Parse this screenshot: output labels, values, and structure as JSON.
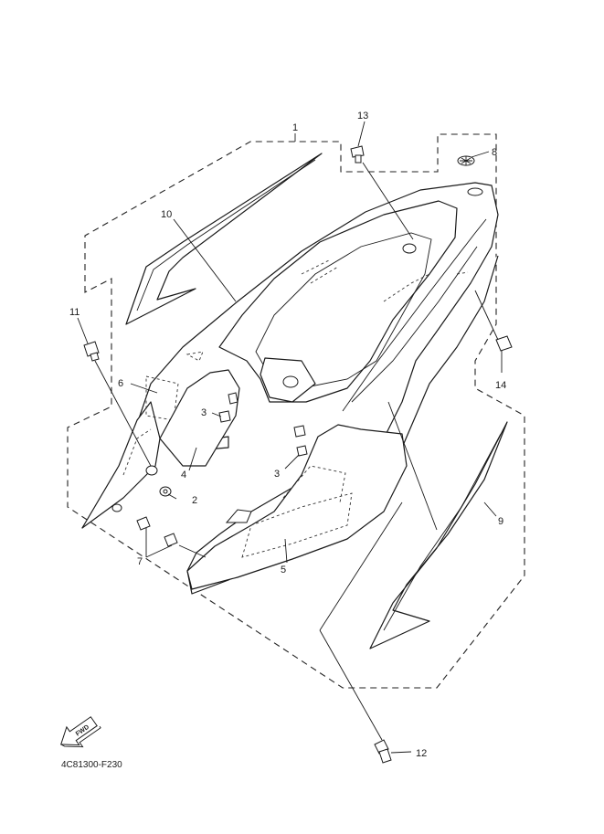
{
  "diagram": {
    "part_code": "4C81300-F230",
    "fwd_label": "FWD",
    "callouts": [
      {
        "key": "c1",
        "label": "1",
        "part": "side-cover-assembly"
      },
      {
        "key": "c2",
        "label": "2",
        "part": "washer"
      },
      {
        "key": "c3a",
        "label": "3",
        "part": "nut"
      },
      {
        "key": "c3b",
        "label": "3",
        "part": "nut"
      },
      {
        "key": "c4",
        "label": "4",
        "part": "grab-bar"
      },
      {
        "key": "c5",
        "label": "5",
        "part": "right-side-cover"
      },
      {
        "key": "c6",
        "label": "6",
        "part": "damper"
      },
      {
        "key": "c7",
        "label": "7",
        "part": "grommet"
      },
      {
        "key": "c8",
        "label": "8",
        "part": "grommet"
      },
      {
        "key": "c9",
        "label": "9",
        "part": "right-graphic"
      },
      {
        "key": "c10",
        "label": "10",
        "part": "left-graphic"
      },
      {
        "key": "c11",
        "label": "11",
        "part": "bolt"
      },
      {
        "key": "c12",
        "label": "12",
        "part": "bolt"
      },
      {
        "key": "c13",
        "label": "13",
        "part": "screw"
      },
      {
        "key": "c14",
        "label": "14",
        "part": "clip"
      }
    ]
  },
  "icons": {
    "fwd_arrow": "fwd-arrow-icon"
  },
  "colors": {
    "line": "#1a1a1a",
    "background": "#ffffff"
  }
}
